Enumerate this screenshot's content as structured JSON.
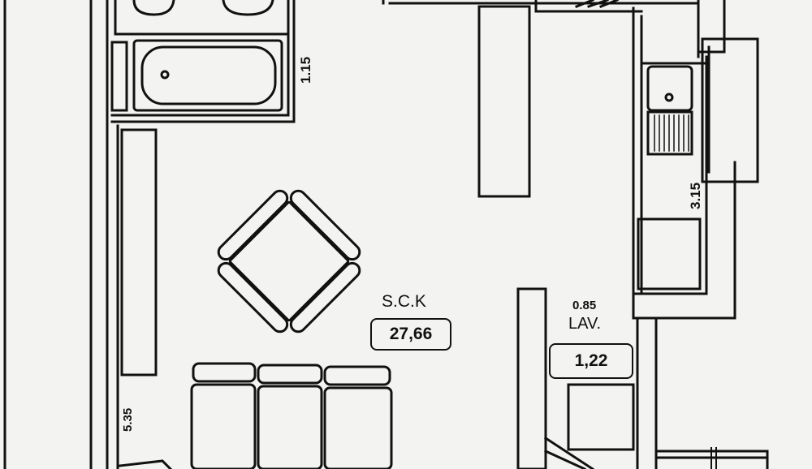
{
  "rooms": {
    "living": {
      "name": "S.C.K",
      "area": "27,66"
    },
    "laundry": {
      "name": "LAV.",
      "area": "1,22"
    }
  },
  "dimensions": {
    "bath_depth": "1.15",
    "kitchen_length": "3.15",
    "laundry_width": "0.85",
    "living_width": "5.35"
  },
  "colors": {
    "line": "#111111",
    "paper": "#f3f3f1"
  }
}
